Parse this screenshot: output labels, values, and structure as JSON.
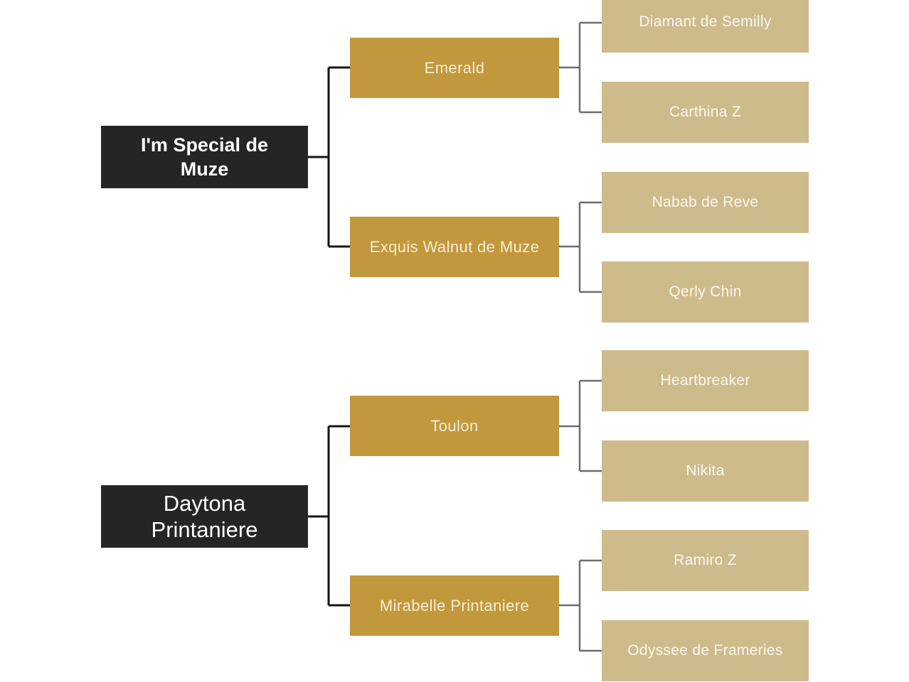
{
  "diagram": {
    "type": "pedigree-tree",
    "generations": 3
  },
  "colors": {
    "page_bg": "#ffffff",
    "root_bg": "#272424",
    "root_text": "#ffffff",
    "mid_bg": "#c2983c",
    "mid_text": "#f6edd6",
    "leaf_bg": "#cebb8c",
    "leaf_text": "#fbf8f0",
    "line_dark": "#141414",
    "line_gray": "#6d6d6d"
  },
  "pedigrees": [
    {
      "root": {
        "label": "I'm Special de Muze"
      },
      "parents": [
        {
          "label": "Emerald",
          "grandparents": [
            {
              "label": "Diamant de Semilly"
            },
            {
              "label": "Carthina Z"
            }
          ]
        },
        {
          "label": "Exquis Walnut de Muze",
          "grandparents": [
            {
              "label": "Nabab de Reve"
            },
            {
              "label": "Qerly Chin"
            }
          ]
        }
      ]
    },
    {
      "root": {
        "label": "Daytona Printaniere"
      },
      "parents": [
        {
          "label": "Toulon",
          "grandparents": [
            {
              "label": "Heartbreaker"
            },
            {
              "label": "Nikita"
            }
          ]
        },
        {
          "label": "Mirabelle Printaniere",
          "grandparents": [
            {
              "label": "Ramiro Z"
            },
            {
              "label": "Odyssee de Frameries"
            }
          ]
        }
      ]
    }
  ]
}
